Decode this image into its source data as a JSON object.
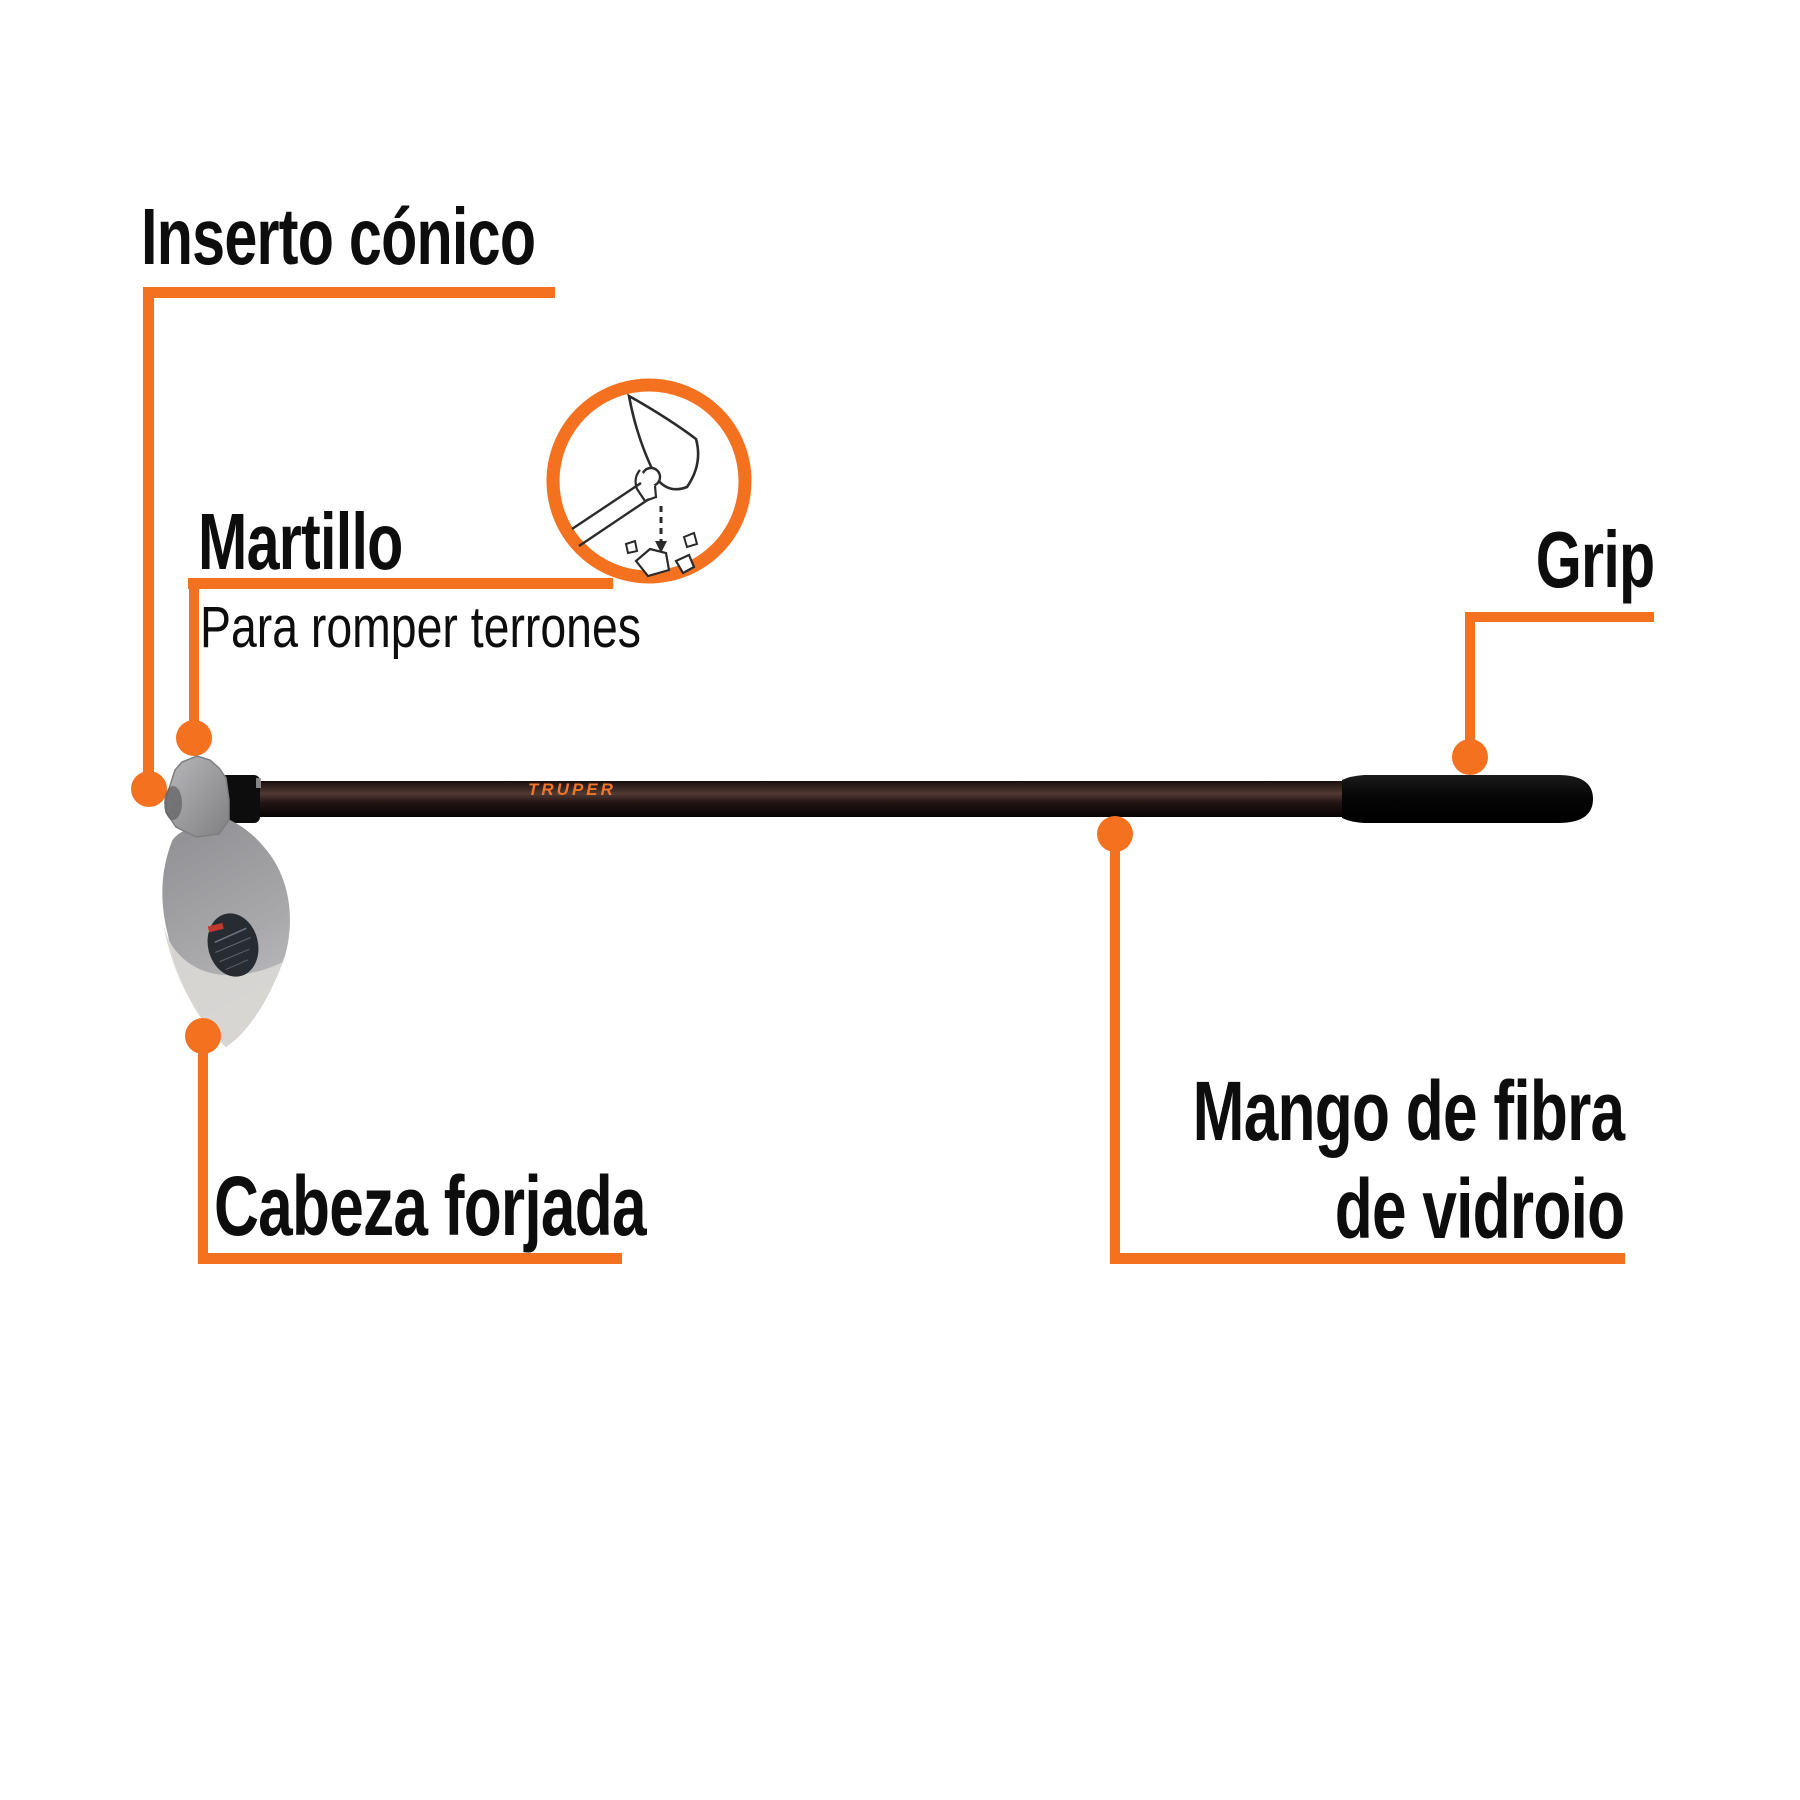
{
  "colors": {
    "accent": "#F4711F",
    "ink": "#0d0d0d",
    "handle_dark": "#1a0f0e",
    "handle_highlight": "#503a33",
    "grip_black": "#0a0a0a",
    "head_gray": "#9c9c9e",
    "blade_edge_gray": "#d9d8d5",
    "brand_orange": "#f4742a"
  },
  "callouts": {
    "inserto": {
      "label": "Inserto cónico"
    },
    "martillo": {
      "label": "Martillo",
      "sublabel": "Para romper terrones"
    },
    "grip": {
      "label": "Grip"
    },
    "cabeza": {
      "label": "Cabeza forjada"
    },
    "mango": {
      "label_line1": "Mango de fibra",
      "label_line2": "de vidroio"
    }
  },
  "product": {
    "brand": "TRUPER"
  },
  "icons": {
    "usage_icon": "hammer-breaking-clods-icon"
  }
}
